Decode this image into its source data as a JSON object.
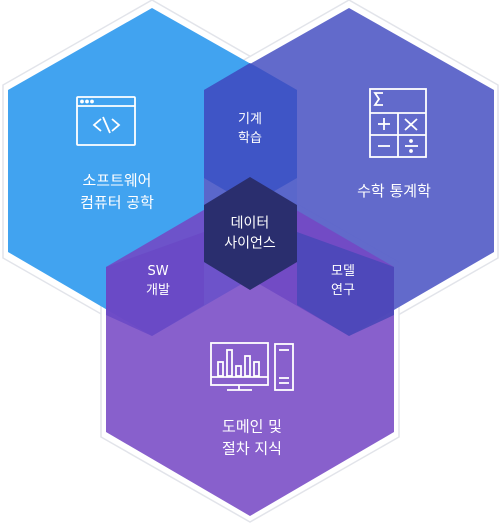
{
  "regions": {
    "software_engineering": {
      "line1": "소프트웨어",
      "line2": "컴퓨터 공학",
      "icon": "code-window-icon",
      "color": "#41a3f0"
    },
    "math_statistics": {
      "line1": "수학 통계학",
      "icon": "calculator-icon",
      "color": "#5b62c8"
    },
    "domain_knowledge": {
      "line1": "도메인 및",
      "line2": "절차 지식",
      "icon": "computer-chart-icon",
      "color": "#7b4fc6"
    }
  },
  "overlaps": {
    "machine_learning": {
      "line1": "기계",
      "line2": "학습"
    },
    "sw_development": {
      "line1": "SW",
      "line2": "개발"
    },
    "model_research": {
      "line1": "모델",
      "line2": "연구"
    },
    "data_science": {
      "line1": "데이터",
      "line2": "사이언스",
      "color": "#2a2e6e"
    }
  }
}
